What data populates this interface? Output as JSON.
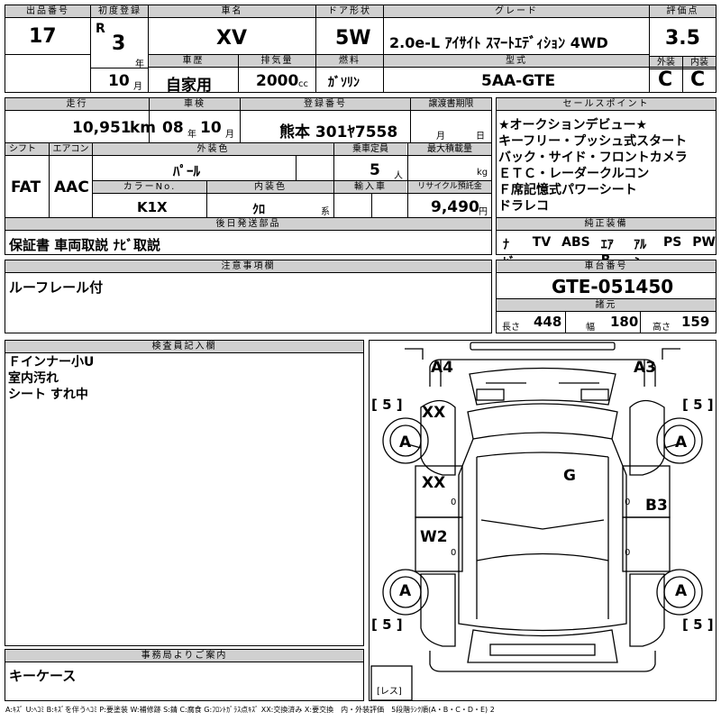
{
  "top": {
    "lot_label": "出品番号",
    "lot": "17",
    "reg_label": "初度登録",
    "era": "R",
    "reg_year": "3",
    "year_unit": "年",
    "reg_month": "10",
    "month_unit": "月",
    "name_label": "車名",
    "name": "XV",
    "door_label": "ドア形状",
    "door": "5W",
    "grade_label": "グレード",
    "grade": "2.0e-L ｱｲｻｲﾄ ｽﾏｰﾄｴﾃﾞｨｼｮﾝ 4WD",
    "rating_label": "評価点",
    "rating": "3.5",
    "history_label": "車歴",
    "history": "自家用",
    "disp_label": "排気量",
    "disp": "2000",
    "disp_unit": "cc",
    "fuel_label": "燃料",
    "fuel": "ｶﾞｿﾘﾝ",
    "model_label": "型式",
    "model": "5AA-GTE",
    "ext_label": "外装",
    "ext": "C",
    "int_label": "内装",
    "int": "C"
  },
  "row2": {
    "mileage_label": "走行",
    "mileage": "10,951",
    "mileage_unit": "km",
    "inspect_label": "車検",
    "inspect_y": "08",
    "inspect_yu": "年",
    "inspect_m": "10",
    "inspect_mu": "月",
    "plate_label": "登録番号",
    "plate": "熊本 301ﾔ7558",
    "transfer_label": "譲渡書期限",
    "transfer_m": "月",
    "transfer_d": "日",
    "shift_label": "シフト",
    "shift": "FAT",
    "ac_label": "エアコン",
    "ac": "AAC",
    "color_label": "外装色",
    "color": "ﾊﾟｰﾙ",
    "seats_label": "乗車定員",
    "seats": "5",
    "seats_unit": "人",
    "load_label": "最大積載量",
    "load_unit": "kg",
    "color_no_label": "カラーNo.",
    "color_no": "K1X",
    "int_color_label": "内装色",
    "int_color": "ｸﾛ",
    "int_color_unit": "系",
    "import_label": "輸入車",
    "recycle_label": "リサイクル預託金",
    "recycle": "9,490",
    "recycle_unit": "円"
  },
  "docs": {
    "label": "後日発送部品",
    "text": "保証書 車両取説 ﾅﾋﾞ取説"
  },
  "notes": {
    "label": "注意事項欄",
    "text": "ルーフレール付"
  },
  "selling": {
    "label": "セールスポイント",
    "lines": [
      "★オークションデビュー★",
      "キーフリー・プッシュ式スタート",
      "バック・サイド・フロントカメラ",
      "ＥＴＣ・レーダークルコン",
      "Ｆ席記憶式パワーシート",
      "ドラレコ"
    ]
  },
  "equip": {
    "label": "純正装備",
    "items": [
      "ﾅﾋﾞ",
      "TV",
      "ABS",
      "ｴｱB",
      "ｱﾙﾐ",
      "PS",
      "PW"
    ]
  },
  "chassis": {
    "label": "車台番号",
    "value": "GTE-051450"
  },
  "dims": {
    "label": "諸元",
    "len_label": "長さ",
    "len": "448",
    "wid_label": "幅",
    "wid": "180",
    "hgt_label": "高さ",
    "hgt": "159"
  },
  "inspector": {
    "label": "検査員記入欄",
    "lines": [
      "Ｆインナー小U",
      "室内汚れ",
      "シート すれ中"
    ]
  },
  "office": {
    "label": "事務局よりご案内",
    "text": "キーケース"
  },
  "diagram": {
    "marks": [
      "A4",
      "A3",
      "XX",
      "G",
      "XX",
      "B3",
      "W2",
      "A",
      "A",
      "A",
      "A"
    ],
    "tire_tl": "5",
    "tire_tr": "5",
    "tire_bl": "5",
    "tire_br": "5",
    "zero": "0",
    "spare": "レス"
  },
  "legend": "A:ｷｽﾞ U:ﾍｺﾐ B:ｷｽﾞを伴うﾍｺﾐ P:要塗装 W:補修跡 S:錆 C:腐食 G:ﾌﾛﾝﾄｶﾞﾗｽ点ｷｽﾞ XX:交換済み X:要交換　内・外装評価　5段階ﾗﾝｸ順(A・B・C・D・E) 2"
}
